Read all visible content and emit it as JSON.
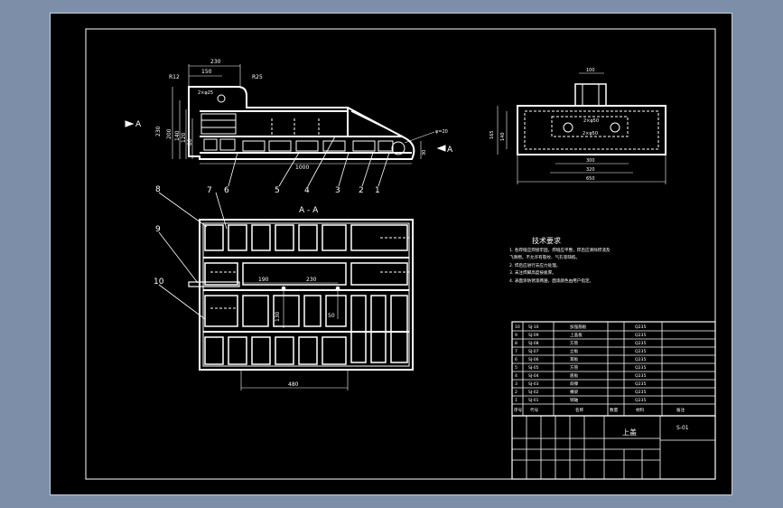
{
  "colors": {
    "background": "#7d8ea9",
    "sheet": "#000000",
    "line": "#ffffff"
  },
  "front_view": {
    "dims": {
      "d230": "230",
      "d150": "150",
      "r12": "R12",
      "r25": "R25",
      "hole": "2×φ25",
      "h230": "230",
      "h200": "200",
      "h140": "140",
      "h120": "120",
      "h80": "80",
      "len1000": "1000",
      "right_hole": "φ=20",
      "h50": "30"
    },
    "section_mark": "A",
    "balloons": [
      "1",
      "2",
      "3",
      "4",
      "5",
      "6",
      "7"
    ]
  },
  "side_view": {
    "dims": {
      "top100": "100",
      "holes": "2×φ50",
      "h165": "165",
      "h140": "140",
      "w300": "300",
      "w320": "320",
      "w650": "650"
    }
  },
  "section_view": {
    "title": "A - A",
    "balloons": [
      "8",
      "9",
      "10"
    ],
    "dims": {
      "d190": "190",
      "d230": "230",
      "d130": "130",
      "d50": "50",
      "d480": "480"
    }
  },
  "notes": {
    "title": "技术要求",
    "lines": [
      "1. 各焊缝应焊接牢固，焊缝应平整，焊后应清除焊渣及",
      "   飞溅物，不允许有裂纹、气孔等缺陷。",
      "2. 焊后应进行去应力处理。",
      "3. 未注焊脚高度按板厚。",
      "4. 表面涂防锈漆两遍，面漆颜色由用户指定。"
    ]
  },
  "parts_list": {
    "rows": [
      {
        "no": "10",
        "code": "SJ-10",
        "name": "加强筋板",
        "mat": "Q235"
      },
      {
        "no": "9",
        "code": "SJ-09",
        "name": "上盖板",
        "mat": "Q235"
      },
      {
        "no": "8",
        "code": "SJ-08",
        "name": "方管",
        "mat": "Q235"
      },
      {
        "no": "7",
        "code": "SJ-07",
        "name": "立板",
        "mat": "Q235"
      },
      {
        "no": "6",
        "code": "SJ-06",
        "name": "耳板",
        "mat": "Q235"
      },
      {
        "no": "5",
        "code": "SJ-05",
        "name": "方管",
        "mat": "Q235"
      },
      {
        "no": "4",
        "code": "SJ-04",
        "name": "底板",
        "mat": "Q235"
      },
      {
        "no": "3",
        "code": "SJ-03",
        "name": "斜撑",
        "mat": "Q235"
      },
      {
        "no": "2",
        "code": "SJ-02",
        "name": "横梁",
        "mat": "Q235"
      },
      {
        "no": "1",
        "code": "SJ-01",
        "name": "销轴",
        "mat": "Q235"
      }
    ],
    "header": [
      "序号",
      "代号",
      "名称",
      "数量",
      "材料",
      "备注"
    ]
  },
  "title_block": {
    "name": "上盖",
    "code": "S-01"
  }
}
